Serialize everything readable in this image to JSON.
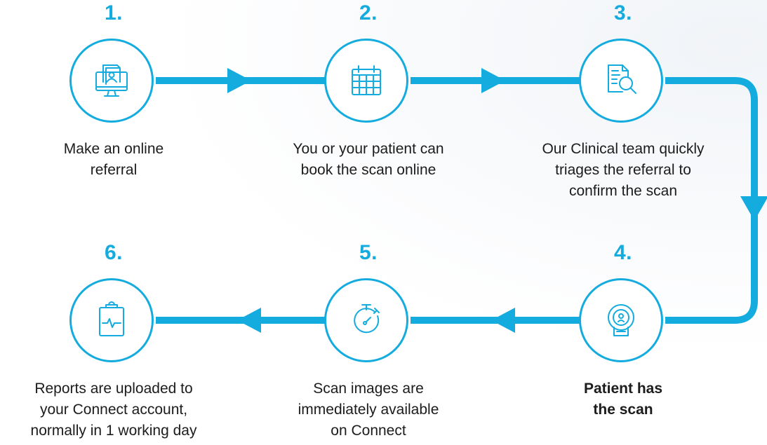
{
  "colors": {
    "accent": "#14acdf",
    "text": "#1c1c1c",
    "background": "#ffffff"
  },
  "steps": [
    {
      "number": "1.",
      "caption": "Make an online\nreferral",
      "icon": "computer-referral-icon"
    },
    {
      "number": "2.",
      "caption": "You or your patient can\nbook the scan online",
      "icon": "calendar-icon"
    },
    {
      "number": "3.",
      "caption": "Our Clinical team quickly\ntriages the referral to\nconfirm the scan",
      "icon": "document-search-icon"
    },
    {
      "number": "4.",
      "caption": "Patient has\nthe scan",
      "icon": "scanner-icon"
    },
    {
      "number": "5.",
      "caption": "Scan images are\nimmediately available\non Connect",
      "icon": "stopwatch-icon"
    },
    {
      "number": "6.",
      "caption": "Reports are uploaded to\nyour Connect account,\nnormally in 1 working day",
      "icon": "clipboard-heartbeat-icon"
    }
  ]
}
